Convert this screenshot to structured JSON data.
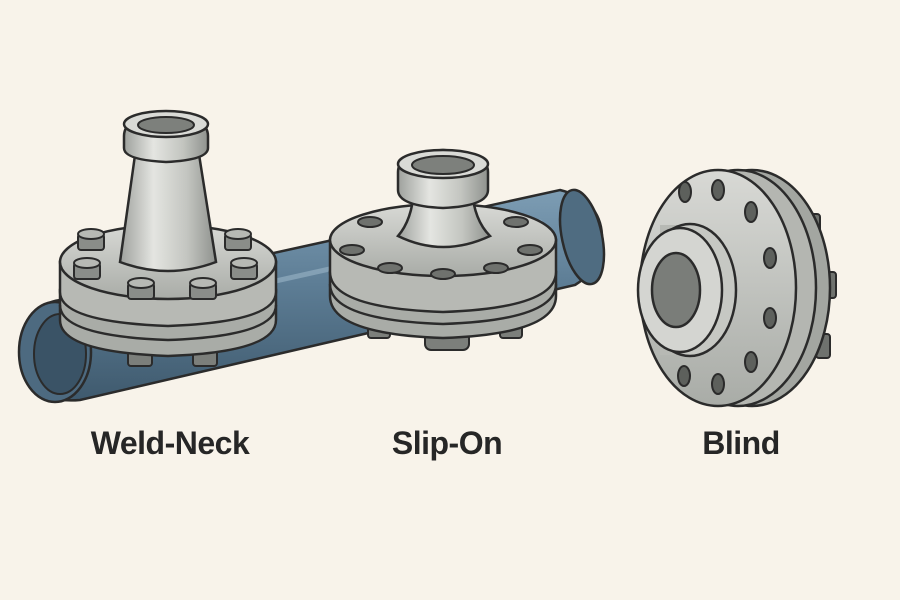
{
  "labels": {
    "weld_neck": "Weld-Neck",
    "slip_on": "Slip-On",
    "blind": "Blind"
  },
  "colors": {
    "background": "#f8f3ea",
    "pipe": "#5f7f96",
    "steel": "#c9cbc6",
    "outline": "#2b2b2b",
    "label_text": "#262626"
  }
}
